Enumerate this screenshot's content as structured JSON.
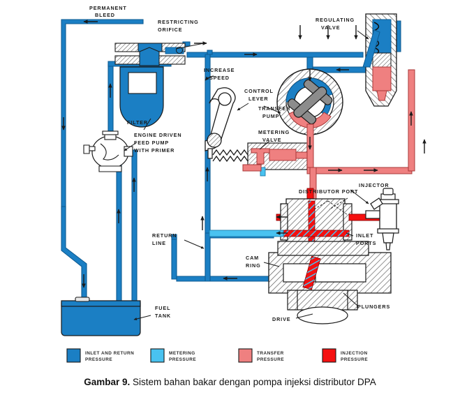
{
  "figure": {
    "caption_bold": "Gambar 9.",
    "caption_text": "Sistem bahan bakar dengan pompa injeksi distributor DPA",
    "title_full": "Gambar 9. Sistem bahan bakar dengan pompa injeksi distributor DPA"
  },
  "colors": {
    "inlet_return_pressure": "#1b7fc4",
    "metering_pressure": "#49c2f0",
    "transfer_pressure": "#ef8080",
    "injection_pressure": "#f51010",
    "outline": "#1a1a1a",
    "hatch": "#4a4a4a",
    "background": "#ffffff"
  },
  "labels": {
    "permanent_bleed": "PERMANENT\nBLEED",
    "permanent_bleed_line1": "PERMANENT",
    "permanent_bleed_line2": "BLEED",
    "restricting_orifice_line1": "RESTRICTING",
    "restricting_orifice_line2": "ORIFICE",
    "regulating_valve_line1": "REGULATING",
    "regulating_valve_line2": "VALVE",
    "increase_speed_line1": "INCREASE",
    "increase_speed_line2": "SPEED",
    "control_lever_line1": "CONTROL",
    "control_lever_line2": "LEVER",
    "transfer_pump_line1": "TRANSFER",
    "transfer_pump_line2": "PUMP",
    "metering_valve_line1": "METERING",
    "metering_valve_line2": "VALVE",
    "filter": "FILTER",
    "feed_pump_line1": "ENGINE DRIVEN",
    "feed_pump_line2": "FEED PUMP",
    "feed_pump_line3": "WITH PRIMER",
    "return_line_line1": "RETURN",
    "return_line_line2": "LINE",
    "fuel_tank_line1": "FUEL",
    "fuel_tank_line2": "TANK",
    "injector": "INJECTOR",
    "distributor_port": "DISTRIBUTOR PORT",
    "inlet_ports_line1": "INLET",
    "inlet_ports_line2": "PORTS",
    "cam_ring_line1": "CAM",
    "cam_ring_line2": "RING",
    "plungers": "PLUNGERS",
    "drive": "DRIVE"
  },
  "legend": {
    "items": [
      {
        "key": "inlet_return",
        "color": "#1b7fc4",
        "line1": "INLET AND RETURN",
        "line2": "PRESSURE"
      },
      {
        "key": "metering",
        "color": "#49c2f0",
        "line1": "METERING",
        "line2": "PRESSURE"
      },
      {
        "key": "transfer",
        "color": "#ef8080",
        "line1": "TRANSFER",
        "line2": "PRESSURE"
      },
      {
        "key": "injection",
        "color": "#f51010",
        "line1": "INJECTION",
        "line2": "PRESSURE"
      }
    ]
  },
  "diagram_components": [
    "fuel-tank",
    "engine-driven-feed-pump",
    "filter",
    "restricting-orifice",
    "permanent-bleed-line",
    "return-line",
    "regulating-valve",
    "transfer-pump",
    "metering-valve",
    "control-lever",
    "distributor-rotor",
    "cam-ring",
    "plungers",
    "drive",
    "injector",
    "distributor-port",
    "inlet-ports"
  ]
}
